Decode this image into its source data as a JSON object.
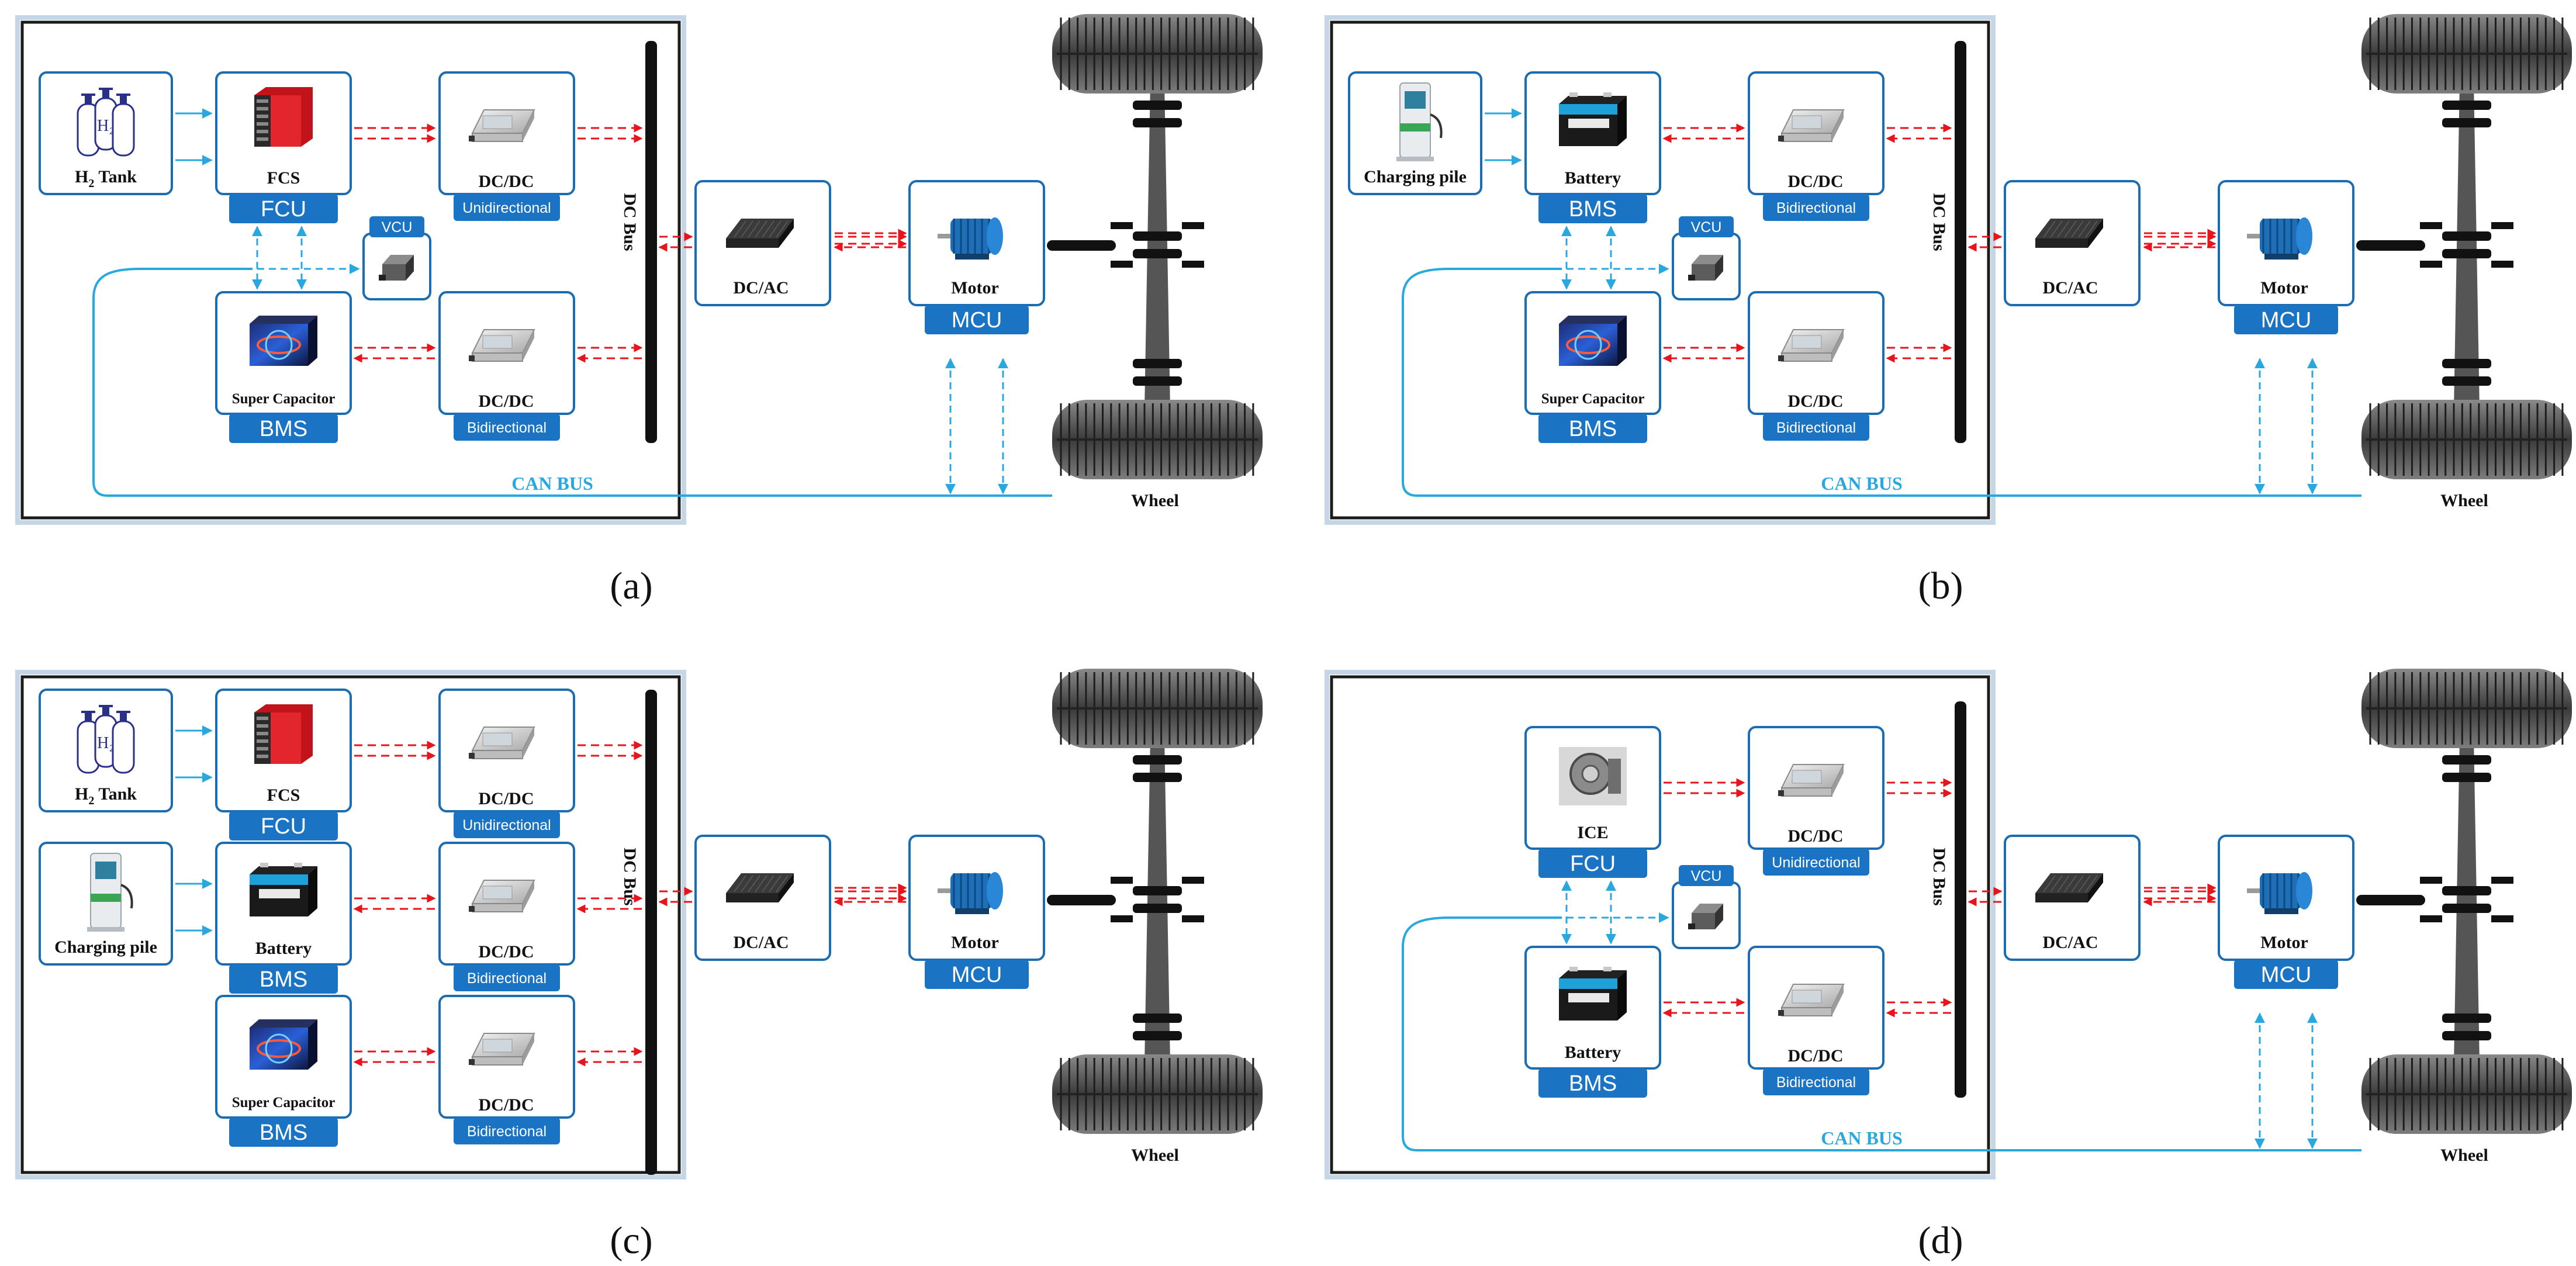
{
  "panels": [
    {
      "caption": "(a)",
      "source1": {
        "kind": "h2",
        "label_main": "H",
        "label_sub": "2",
        "label_rest": " Tank"
      },
      "dev1": {
        "kind": "fcs",
        "label": "FCS",
        "tag": "FCU"
      },
      "conv1": {
        "label": "DC/DC",
        "tag": "Unidirectional"
      },
      "vcu": "VCU",
      "dev2": {
        "kind": "supercap",
        "label": "Super Capacitor",
        "tag": "BMS"
      },
      "conv2": {
        "label": "DC/DC",
        "tag": "Bidirectional"
      },
      "bus": "DC Bus",
      "inverter": "DC/AC",
      "motor": {
        "label": "Motor",
        "tag": "MCU"
      },
      "can": "CAN BUS",
      "wheel": "Wheel"
    },
    {
      "caption": "(b)",
      "source1": {
        "kind": "pile",
        "label": "Charging pile"
      },
      "dev1": {
        "kind": "battery",
        "label": "Battery",
        "tag": "BMS"
      },
      "conv1": {
        "label": "DC/DC",
        "tag": "Bidirectional"
      },
      "vcu": "VCU",
      "dev2": {
        "kind": "supercap",
        "label": "Super Capacitor",
        "tag": "BMS"
      },
      "conv2": {
        "label": "DC/DC",
        "tag": "Bidirectional"
      },
      "bus": "DC Bus",
      "inverter": "DC/AC",
      "motor": {
        "label": "Motor",
        "tag": "MCU"
      },
      "can": "CAN BUS",
      "wheel": "Wheel"
    },
    {
      "caption": "(c)",
      "source1": {
        "kind": "h2",
        "label_main": "H",
        "label_sub": "2",
        "label_rest": " Tank"
      },
      "dev1": {
        "kind": "fcs",
        "label": "FCS",
        "tag": "FCU"
      },
      "conv1": {
        "label": "DC/DC",
        "tag": "Unidirectional"
      },
      "source2": {
        "kind": "pile",
        "label": "Charging pile"
      },
      "dev2": {
        "kind": "battery",
        "label": "Battery",
        "tag": "BMS"
      },
      "conv2": {
        "label": "DC/DC",
        "tag": "Bidirectional"
      },
      "dev3": {
        "kind": "supercap",
        "label": "Super Capacitor",
        "tag": "BMS"
      },
      "conv3": {
        "label": "DC/DC",
        "tag": "Bidirectional"
      },
      "bus": "DC Bus",
      "inverter": "DC/AC",
      "motor": {
        "label": "Motor",
        "tag": "MCU"
      },
      "wheel": "Wheel"
    },
    {
      "caption": "(d)",
      "dev1": {
        "kind": "ice",
        "label": "ICE",
        "tag": "FCU"
      },
      "conv1": {
        "label": "DC/DC",
        "tag": "Unidirectional"
      },
      "vcu": "VCU",
      "dev2": {
        "kind": "battery",
        "label": "Battery",
        "tag": "BMS"
      },
      "conv2": {
        "label": "DC/DC",
        "tag": "Bidirectional"
      },
      "bus": "DC Bus",
      "inverter": "DC/AC",
      "motor": {
        "label": "Motor",
        "tag": "MCU"
      },
      "can": "CAN BUS",
      "wheel": "Wheel"
    }
  ],
  "colors": {
    "power_arrow": "#e8141c",
    "signal_arrow": "#29a8e0",
    "box_border": "#1b6cb0",
    "tag_fill": "#1b73c4",
    "bus": "#111111"
  }
}
